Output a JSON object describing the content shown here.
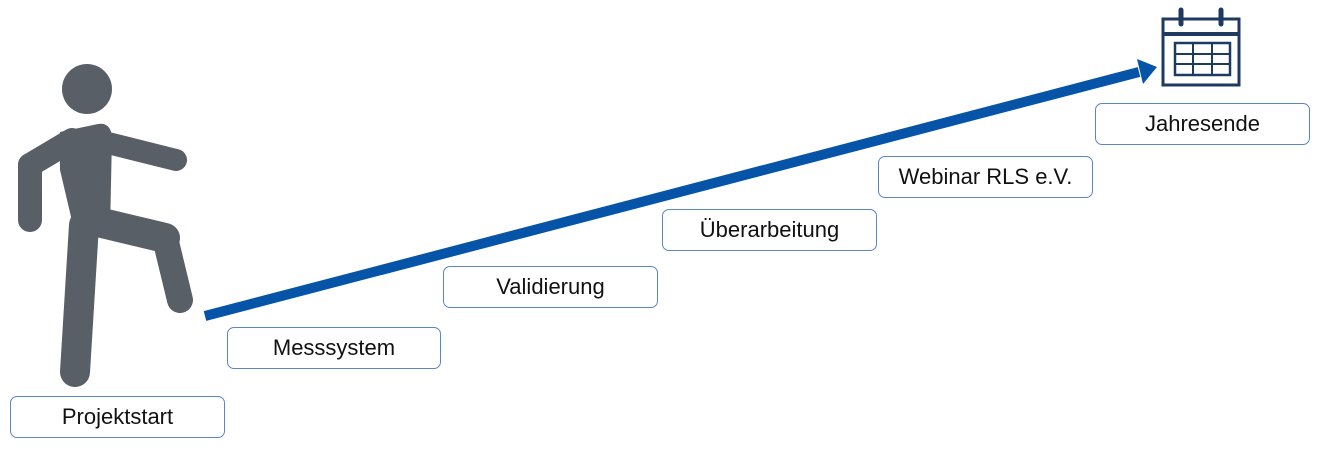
{
  "steps": [
    {
      "label": "Projektstart"
    },
    {
      "label": "Messsystem"
    },
    {
      "label": "Validierung"
    },
    {
      "label": "Überarbeitung"
    },
    {
      "label": "Webinar RLS e.V."
    },
    {
      "label": "Jahresende"
    }
  ],
  "icons": {
    "start": "walking-person-icon",
    "end": "calendar-icon"
  },
  "colors": {
    "arrow": "#0554a7",
    "person": "#595f66",
    "calendar": "#1f3a60",
    "box_border": "#5b86c4"
  }
}
